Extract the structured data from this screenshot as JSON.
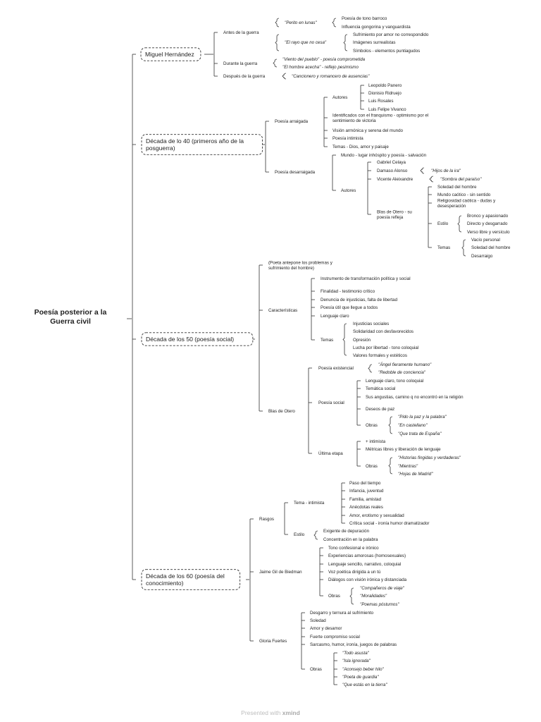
{
  "root": "Poesía posterior a la Guerra civil",
  "footer": {
    "prefix": "Presented with",
    "brand": "xmind"
  },
  "nodes": [
    {
      "id": "mh",
      "text": "Miguel Hernández"
    },
    {
      "id": "mh_antes",
      "text": "Antes de la guerra"
    },
    {
      "id": "mh_perito",
      "text": "\"Perito en lunas\""
    },
    {
      "id": "mh_p1",
      "text": "Poesía de tono barroco"
    },
    {
      "id": "mh_p2",
      "text": "Influencia gongorina y vanguardista"
    },
    {
      "id": "mh_rayo",
      "text": "\"El rayo que no cesa\""
    },
    {
      "id": "mh_r1",
      "text": "Sufrimiento por amor no correspondido"
    },
    {
      "id": "mh_r2",
      "text": "Imágenes surrealistas"
    },
    {
      "id": "mh_r3",
      "text": "Símbolos - elementos puntiagudos"
    },
    {
      "id": "mh_durante",
      "text": "Durante la guerra"
    },
    {
      "id": "mh_d1",
      "text": "\"Viento del pueblo\" - poesía comprometida"
    },
    {
      "id": "mh_d2",
      "text": "\"El hombre acecha\" - reflejo pesimismo"
    },
    {
      "id": "mh_despues",
      "text": "Después de la guerra"
    },
    {
      "id": "mh_ds1",
      "text": "\"Cancionero y romancero de ausencias\""
    },
    {
      "id": "d40",
      "text": "Década de lo 40 (primeros año de la posguerra)"
    },
    {
      "id": "d40_arr",
      "text": "Poesía arraigada"
    },
    {
      "id": "d40_aut",
      "text": "Autores"
    },
    {
      "id": "d40_a1",
      "text": "Leopoldo Panero"
    },
    {
      "id": "d40_a2",
      "text": "Dionisio Ridruejo"
    },
    {
      "id": "d40_a3",
      "text": "Luis Rosales"
    },
    {
      "id": "d40_a4",
      "text": "Luis Felipe Vivanco"
    },
    {
      "id": "d40_c1",
      "text": "Identificados con el franquismo - optimismo por el sentimiento de victoria"
    },
    {
      "id": "d40_c2",
      "text": "Visión armónica y serena del mundo"
    },
    {
      "id": "d40_c3",
      "text": "Poesía intimista"
    },
    {
      "id": "d40_c4",
      "text": "Temas - Dios, amor y paisaje"
    },
    {
      "id": "d40_des",
      "text": "Poesía desarraigada"
    },
    {
      "id": "d40_mundo",
      "text": "Mundo - lugar inhóspito y poesía - salvación"
    },
    {
      "id": "d40_daut",
      "text": "Autores"
    },
    {
      "id": "d40_gc",
      "text": "Gabriel Celaya"
    },
    {
      "id": "d40_da",
      "text": "Damaso Alonso"
    },
    {
      "id": "d40_hijos",
      "text": "\"Hijos de la ira\""
    },
    {
      "id": "d40_va",
      "text": "Vicente Aleixandre"
    },
    {
      "id": "d40_sombra",
      "text": "\"Sombra del paraíso\""
    },
    {
      "id": "d40_blas",
      "text": "Blas de Otero - su poesía refleja"
    },
    {
      "id": "d40_b1",
      "text": "Soledad del hombre"
    },
    {
      "id": "d40_b2",
      "text": "Mundo caótico - sin sentido"
    },
    {
      "id": "d40_b3",
      "text": "Religiosidad caótica - dudas y desesperación"
    },
    {
      "id": "d40_estilo",
      "text": "Estilo"
    },
    {
      "id": "d40_e1",
      "text": "Bronco y apasionado"
    },
    {
      "id": "d40_e2",
      "text": "Directo y desgarrado"
    },
    {
      "id": "d40_e3",
      "text": "Verso libre y versículo"
    },
    {
      "id": "d40_temas",
      "text": "Temas"
    },
    {
      "id": "d40_t1",
      "text": "Vacío personal"
    },
    {
      "id": "d40_t2",
      "text": "Soledad del hombre"
    },
    {
      "id": "d40_t3",
      "text": "Desarraigo"
    },
    {
      "id": "d50",
      "text": "Década de los 50 (poesía social)"
    },
    {
      "id": "d50_ante",
      "text": "(Poeta antepone los problemas y sufrimiento del hombre)"
    },
    {
      "id": "d50_car",
      "text": "Características"
    },
    {
      "id": "d50_c1",
      "text": "Instrumento de transformación política y social"
    },
    {
      "id": "d50_c2",
      "text": "Finalidad - testimonio crítico"
    },
    {
      "id": "d50_c3",
      "text": "Denuncia de injusticias, falta de libertad"
    },
    {
      "id": "d50_c4",
      "text": "Poesía útil que llegue a todos"
    },
    {
      "id": "d50_c5",
      "text": "Lenguaje claro"
    },
    {
      "id": "d50_temas",
      "text": "Temas"
    },
    {
      "id": "d50_t1",
      "text": "Injusticias sociales"
    },
    {
      "id": "d50_t2",
      "text": "Solidaridad con desfavorecidos"
    },
    {
      "id": "d50_t3",
      "text": "Opresión"
    },
    {
      "id": "d50_t4",
      "text": "Lucha por libertad - tono coloquial"
    },
    {
      "id": "d50_t5",
      "text": "Valores formales y estéticos"
    },
    {
      "id": "d50_blas",
      "text": "Blas de Otero"
    },
    {
      "id": "d50_pe",
      "text": "Poesía existencial"
    },
    {
      "id": "d50_pe1",
      "text": "\"Ángel fieramente humano\""
    },
    {
      "id": "d50_pe2",
      "text": "\"Redoble de conciencia\""
    },
    {
      "id": "d50_ps",
      "text": "Poesía social"
    },
    {
      "id": "d50_ps1",
      "text": "Lenguaje claro, tono coloquial"
    },
    {
      "id": "d50_ps2",
      "text": "Temática social"
    },
    {
      "id": "d50_ps3",
      "text": "Sus angustias, camino q no encontró en la religión"
    },
    {
      "id": "d50_ps4",
      "text": "Deseos de paz"
    },
    {
      "id": "d50_obras",
      "text": "Obras"
    },
    {
      "id": "d50_o1",
      "text": "\"Pido la paz y la palabra\""
    },
    {
      "id": "d50_o2",
      "text": "\"En castellano\""
    },
    {
      "id": "d50_o3",
      "text": "\"Que trata de España\""
    },
    {
      "id": "d50_ue",
      "text": "Última etapa"
    },
    {
      "id": "d50_ue1",
      "text": "+ intimista"
    },
    {
      "id": "d50_ue2",
      "text": "Métricas libres y liberación de lenguaje"
    },
    {
      "id": "d50_uobras",
      "text": "Obras"
    },
    {
      "id": "d50_uo1",
      "text": "\"Historias fingidas y verdaderas\""
    },
    {
      "id": "d50_uo2",
      "text": "\"Mientras\""
    },
    {
      "id": "d50_uo3",
      "text": "\"Hojas de Madrid\""
    },
    {
      "id": "d60",
      "text": "Década de los 60 (poesía del conocimiento)"
    },
    {
      "id": "d60_ras",
      "text": "Rasgos"
    },
    {
      "id": "d60_tema",
      "text": "Tema - intimista"
    },
    {
      "id": "d60_t1",
      "text": "Paso del tiempo"
    },
    {
      "id": "d60_t2",
      "text": "Infancia, juventud"
    },
    {
      "id": "d60_t3",
      "text": "Familia, amistad"
    },
    {
      "id": "d60_t4",
      "text": "Anécdotas reales"
    },
    {
      "id": "d60_t5",
      "text": "Amor, erotismo y sexualidad"
    },
    {
      "id": "d60_t6",
      "text": "Crítica social - ironía humor dramatizador"
    },
    {
      "id": "d60_estilo",
      "text": "Estilo"
    },
    {
      "id": "d60_e1",
      "text": "Exigente de depuración"
    },
    {
      "id": "d60_e2",
      "text": "Concentración en la palabra"
    },
    {
      "id": "d60_jgb",
      "text": "Jaime Gil de Biedman"
    },
    {
      "id": "d60_j1",
      "text": "Tono confesional e irónico"
    },
    {
      "id": "d60_j2",
      "text": "Experiencias amorosas (homosexuales)"
    },
    {
      "id": "d60_j3",
      "text": "Lenguaje sencillo, narrativo, coloquial"
    },
    {
      "id": "d60_j4",
      "text": "Voz poética dirigida a un tú"
    },
    {
      "id": "d60_j5",
      "text": "Diálogos con visión irónica y distanciada"
    },
    {
      "id": "d60_jobras",
      "text": "Obras"
    },
    {
      "id": "d60_jo1",
      "text": "\"Compañeros de viaje\""
    },
    {
      "id": "d60_jo2",
      "text": "\"Moralidades\""
    },
    {
      "id": "d60_jo3",
      "text": "\"Poemas póstumos\""
    },
    {
      "id": "d60_gf",
      "text": "Gloria Fuertes"
    },
    {
      "id": "d60_g1",
      "text": "Desgarro y ternura al sufrimiento"
    },
    {
      "id": "d60_g2",
      "text": "Soledad"
    },
    {
      "id": "d60_g3",
      "text": "Amor y desamor"
    },
    {
      "id": "d60_g4",
      "text": "Fuerte compromiso social"
    },
    {
      "id": "d60_g5",
      "text": "Sarcasmo, humor, ironía, juegos de palabras"
    },
    {
      "id": "d60_gobras",
      "text": "Obras"
    },
    {
      "id": "d60_go1",
      "text": "\"Todo asusta\""
    },
    {
      "id": "d60_go2",
      "text": "\"Isla ignorada\""
    },
    {
      "id": "d60_go3",
      "text": "\"Aconsejo beber hilo\""
    },
    {
      "id": "d60_go4",
      "text": "\"Poeta de guardia\""
    },
    {
      "id": "d60_go5",
      "text": "\"Que estás en la tierra\""
    }
  ]
}
